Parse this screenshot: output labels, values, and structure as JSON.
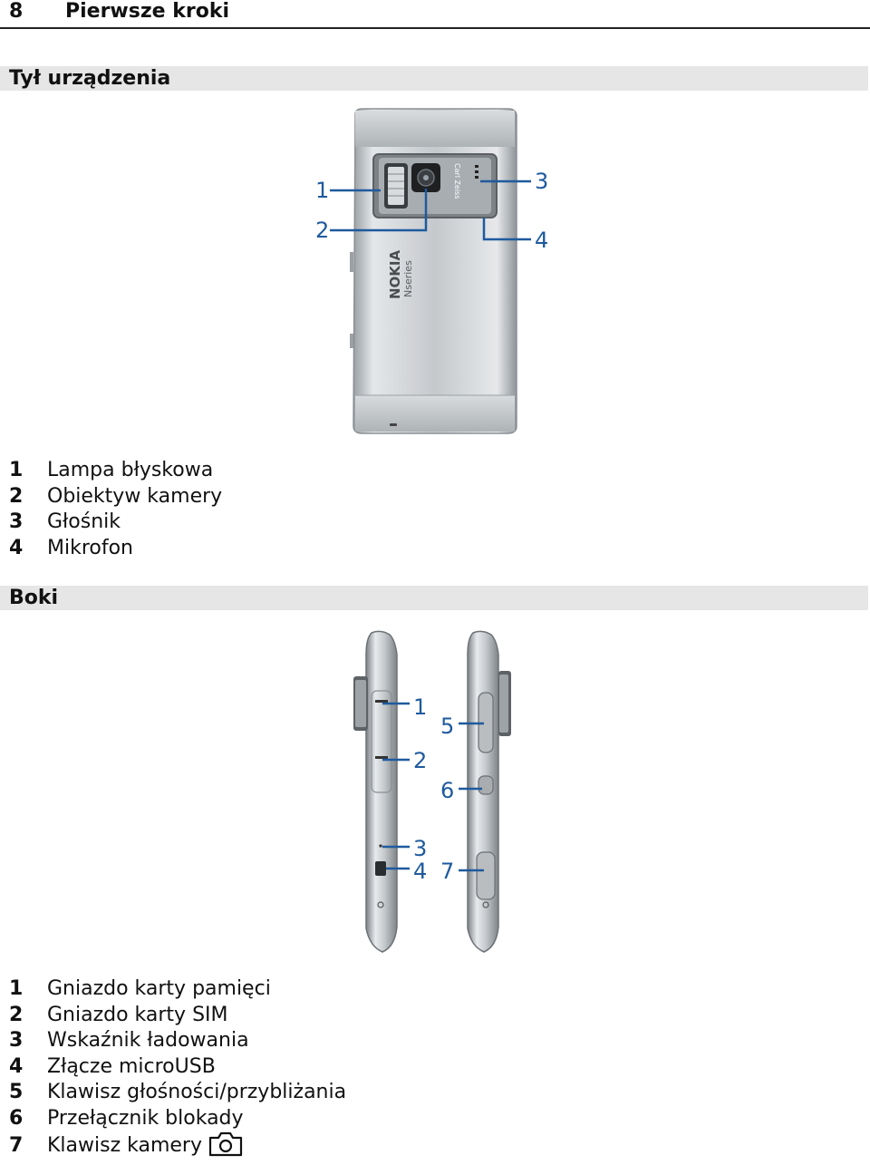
{
  "header": {
    "page_number": "8",
    "chapter": "Pierwsze kroki"
  },
  "back_section": {
    "title": "Tył urządzenia",
    "phone_branding": {
      "brand": "NOKIA",
      "series": "Nseries",
      "lens_marking": "Carl Zeiss"
    },
    "callouts": [
      "1",
      "2",
      "3",
      "4"
    ],
    "legend": [
      {
        "num": "1",
        "text": "Lampa błyskowa"
      },
      {
        "num": "2",
        "text": "Obiektyw kamery"
      },
      {
        "num": "3",
        "text": "Głośnik"
      },
      {
        "num": "4",
        "text": "Mikrofon"
      }
    ]
  },
  "sides_section": {
    "title": "Boki",
    "callouts": [
      "1",
      "2",
      "3",
      "4",
      "5",
      "6",
      "7"
    ],
    "legend": [
      {
        "num": "1",
        "text": "Gniazdo karty pamięci"
      },
      {
        "num": "2",
        "text": "Gniazdo karty SIM"
      },
      {
        "num": "3",
        "text": "Wskaźnik ładowania"
      },
      {
        "num": "4",
        "text": "Złącze microUSB"
      },
      {
        "num": "5",
        "text": "Klawisz głośności/przybliżania"
      },
      {
        "num": "6",
        "text": "Przełącznik blokady"
      },
      {
        "num": "7",
        "text": "Klawisz kamery",
        "icon": "camera-icon"
      }
    ]
  }
}
